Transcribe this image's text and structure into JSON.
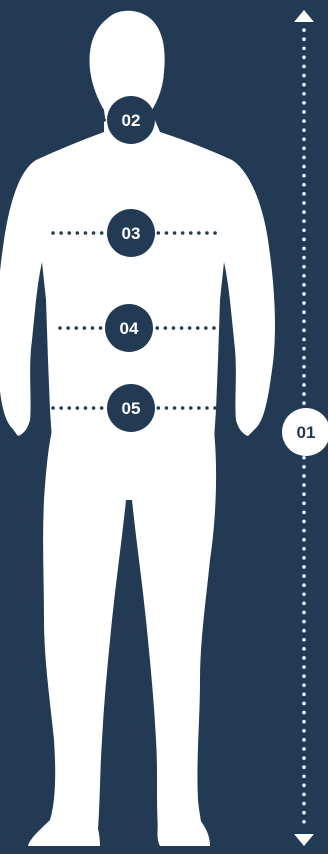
{
  "colors": {
    "background": "#233a54",
    "silhouette": "#ffffff",
    "marker_fill": "#233a54",
    "marker_text": "#ffffff",
    "height_marker_fill": "#ffffff",
    "height_marker_text": "#233a54",
    "dots_on_body": "#233a54",
    "dots_on_background": "#ffffff"
  },
  "markers": {
    "height": {
      "label": "01"
    },
    "neck": {
      "label": "02"
    },
    "chest": {
      "label": "03"
    },
    "waist": {
      "label": "04"
    },
    "hips": {
      "label": "05"
    }
  },
  "icons": {
    "arrow_up": "arrow-up-icon",
    "arrow_down": "arrow-down-icon",
    "figure": "person-silhouette"
  }
}
